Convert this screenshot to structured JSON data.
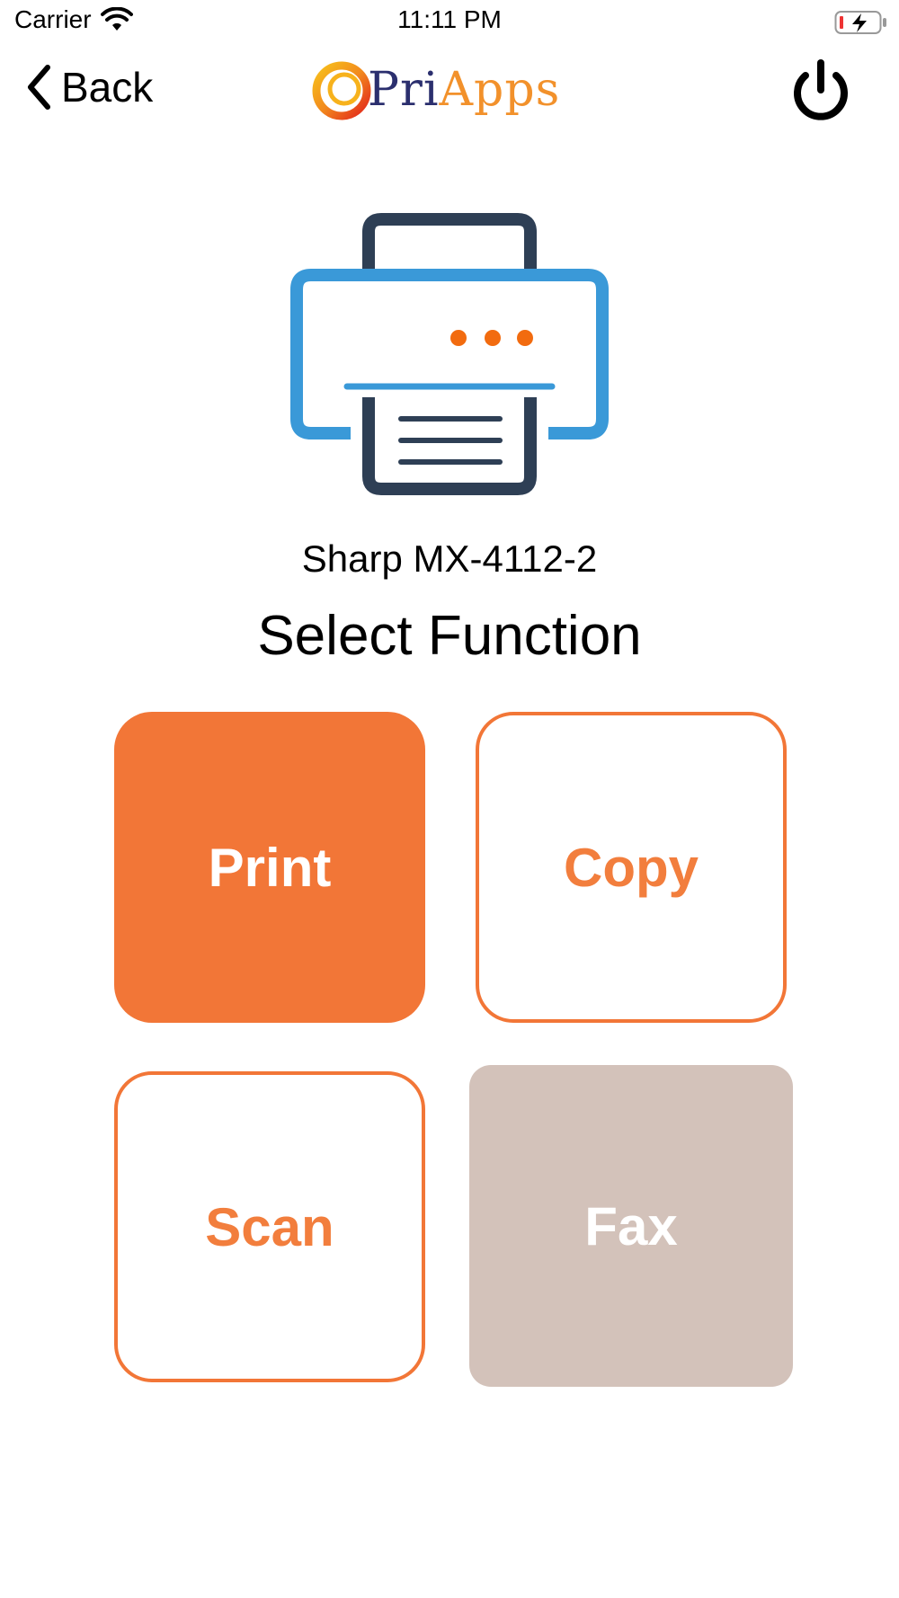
{
  "status_bar": {
    "carrier": "Carrier",
    "time": "11:11 PM"
  },
  "nav": {
    "back_label": "Back",
    "logo_text_primary": "Pri",
    "logo_text_secondary": "Apps"
  },
  "device": {
    "name": "Sharp MX-4112-2"
  },
  "title": "Select Function",
  "functions": [
    {
      "label": "Print",
      "state": "selected"
    },
    {
      "label": "Copy",
      "state": "enabled"
    },
    {
      "label": "Scan",
      "state": "enabled"
    },
    {
      "label": "Fax",
      "state": "disabled"
    }
  ],
  "colors": {
    "accent": "#f27637",
    "disabled": "#d3c2ba",
    "printer_body": "#3a99d8",
    "printer_tray": "#2e3f55",
    "printer_lights": "#f26b0f"
  },
  "icons": {
    "wifi": "wifi-icon",
    "battery": "battery-charging-icon",
    "back": "chevron-left-icon",
    "power": "power-icon",
    "printer": "printer-icon"
  }
}
